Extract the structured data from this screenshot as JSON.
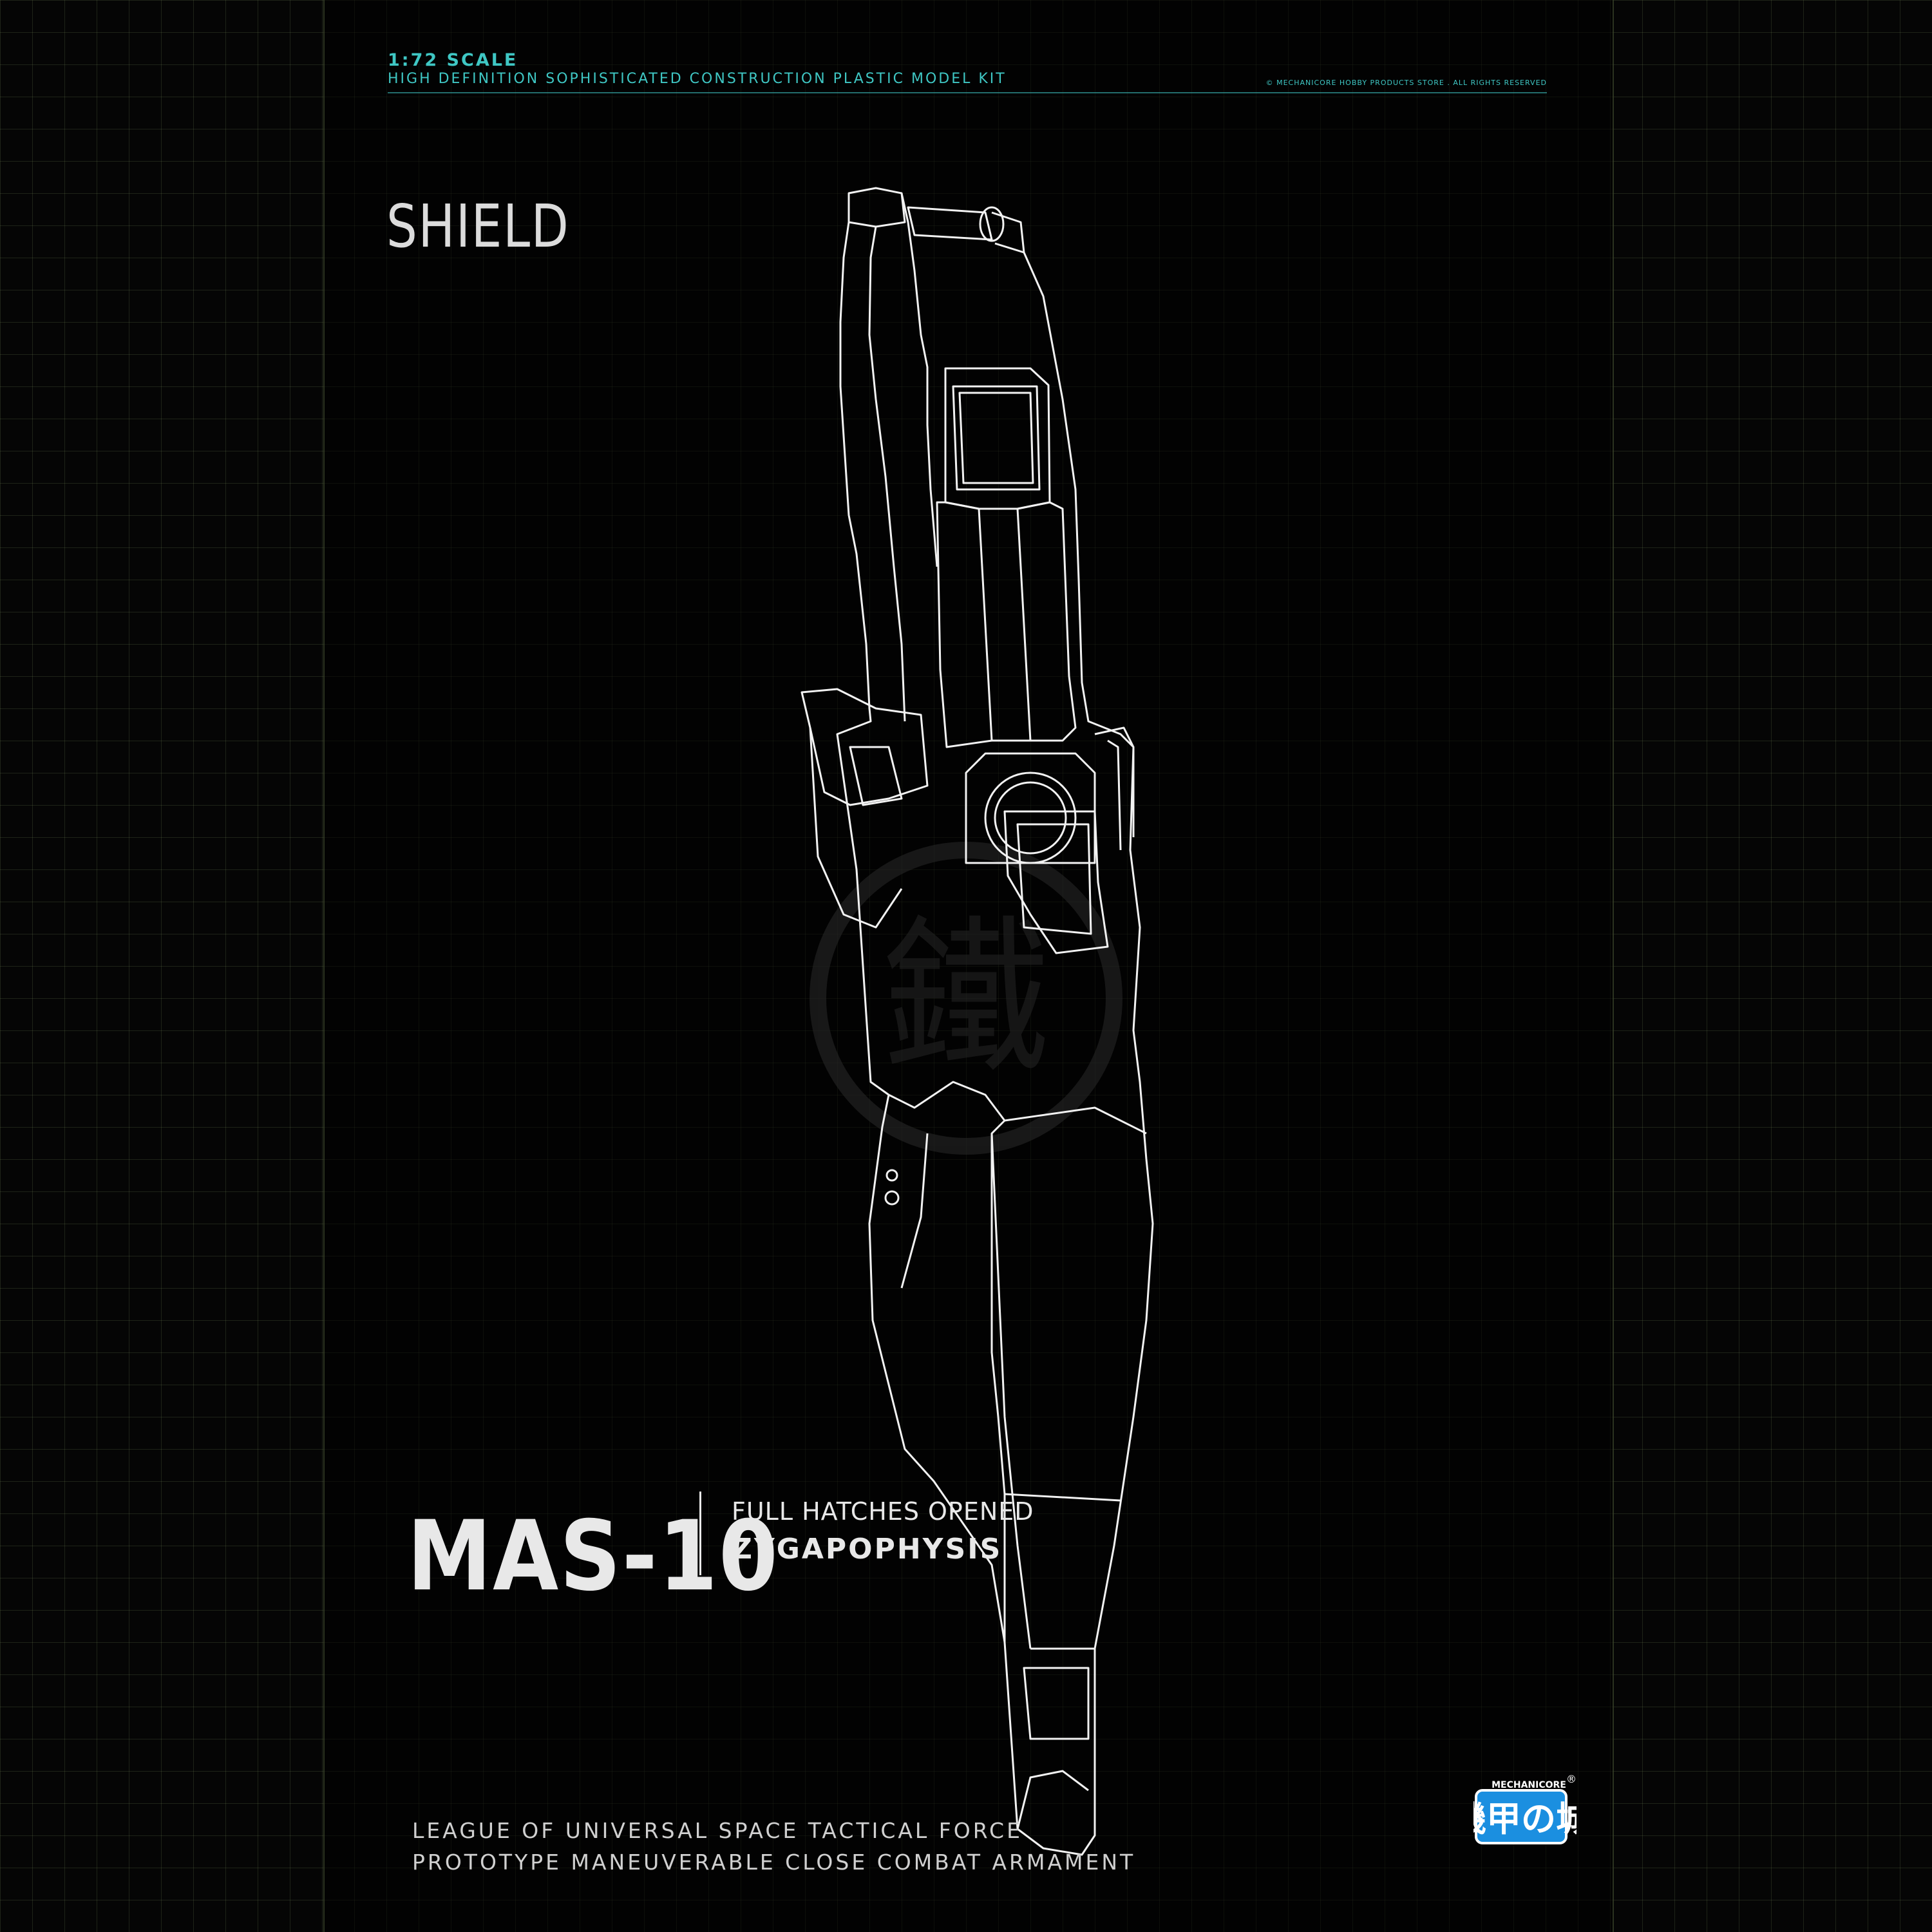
{
  "header": {
    "scale": "1:72 SCALE",
    "subtitle": "HIGH DEFINITION SOPHISTICATED CONSTRUCTION PLASTIC MODEL KIT",
    "copyright": "© MECHANICORE HOBBY PRODUCTS STORE . ALL RIGHTS RESERVED"
  },
  "part": {
    "title": "SHIELD"
  },
  "footer": {
    "model_code": "MAS-10",
    "hatches": "FULL HATCHES OPENED",
    "codename": "ZYGAPOPHYSIS",
    "line1": "LEAGUE OF UNIVERSAL SPACE TACTICAL FORCE",
    "line2": "PROTOTYPE MANEUVERABLE CLOSE COMBAT ARMAMENT"
  },
  "logo": {
    "brand": "MECHANICORE",
    "characters": "機甲の城",
    "registered": "®"
  },
  "watermark": {
    "character": "鐵"
  },
  "colors": {
    "accent": "#3fc7c4",
    "line": "#ffffff",
    "background": "#050505"
  }
}
